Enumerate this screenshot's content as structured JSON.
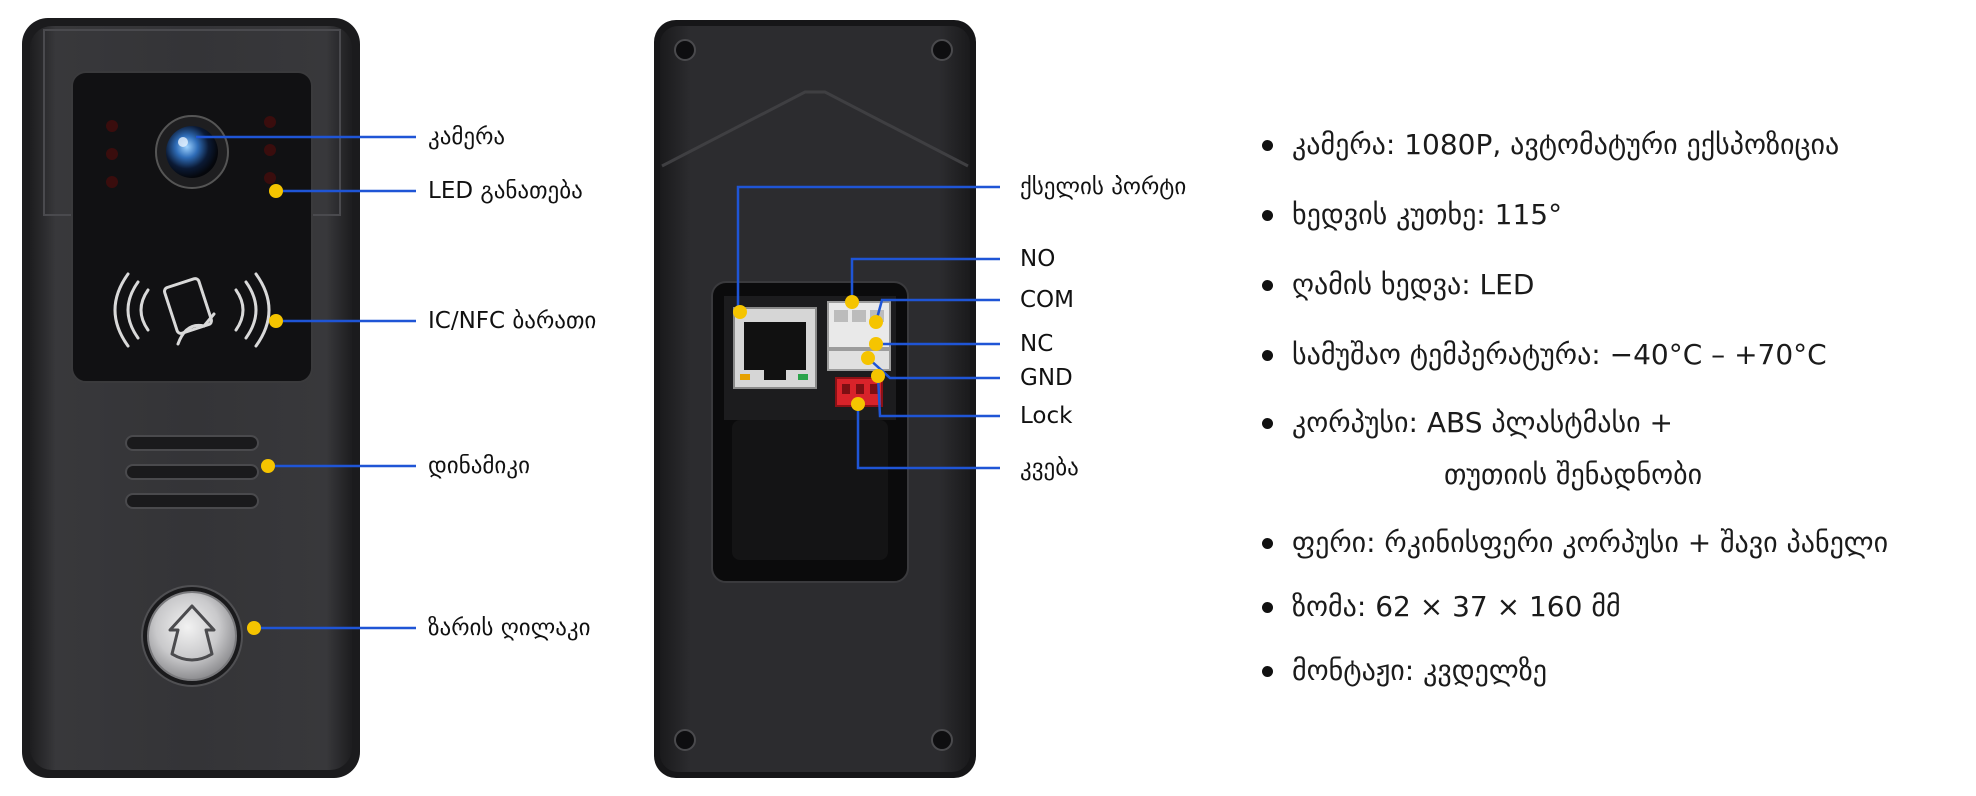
{
  "front_labels": {
    "camera": "კამერა",
    "led": "LED განათება",
    "nfc": "IC/NFC ბარათი",
    "speaker": "დინამიკი",
    "bell": "ზარის ღილაკი"
  },
  "back_labels": {
    "network": "ქსელის პორტი",
    "no": "NO",
    "com": "COM",
    "nc": "NC",
    "gnd": "GND",
    "lock": "Lock",
    "power": "კვება"
  },
  "specs": [
    "კამერა: 1080P, ავტომატური ექსპოზიცია",
    "ხედვის კუთხე: 115°",
    "ღამის ხედვა: LED",
    "სამუშაო ტემპერატურა: −40°C – +70°C",
    "კორპუსი: ABS პლასტმასი +",
    "თუთიის შენადნობი",
    "ფერი: რკინისფერი კორპუსი + შავი პანელი",
    "ზომა: 62 × 37 × 160 მმ",
    "მონტაჟი: კვდელზე"
  ],
  "colors": {
    "callout_line": "#1f55d6",
    "callout_dot": "#f5c400",
    "device_body": "#2e2e30",
    "panel_black": "#141416"
  }
}
